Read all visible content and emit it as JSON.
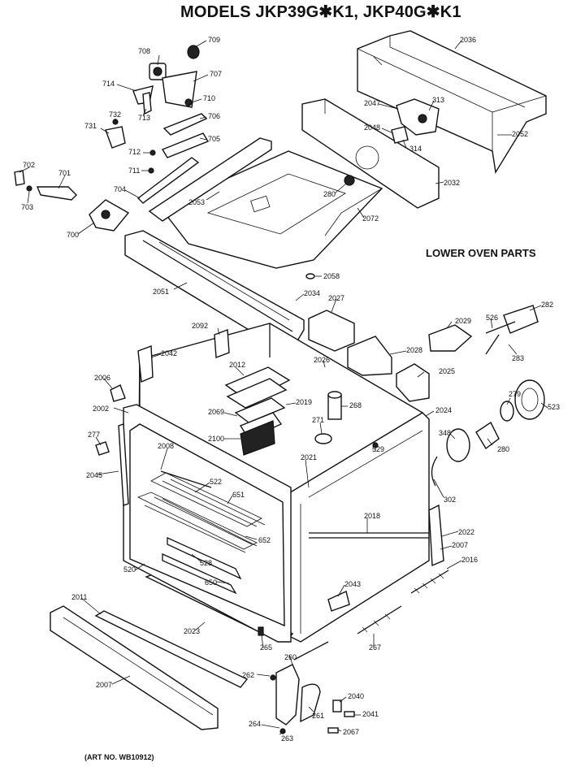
{
  "title": "MODELS JKP39G✱K1, JKP40G✱K1",
  "section_title": "LOWER OVEN PARTS",
  "art_no": "(ART NO. WB10912)",
  "part_labels": {
    "p708": "708",
    "p709": "709",
    "p707": "707",
    "p714": "714",
    "p710": "710",
    "p713": "713",
    "p706": "706",
    "p732": "732",
    "p731": "731",
    "p705": "705",
    "p712": "712",
    "p711": "711",
    "p702": "702",
    "p701": "701",
    "p703": "703",
    "p704": "704",
    "p700": "700",
    "p2053": "2053",
    "p2036": "2036",
    "p2047": "2047",
    "p313": "313",
    "p2048": "2048",
    "p314": "314",
    "p2052": "2052",
    "p2032": "2032",
    "p280a": "280",
    "p2072": "2072",
    "p2058": "2058",
    "p2051": "2051",
    "p2034": "2034",
    "p2027": "2027",
    "p2029": "2029",
    "p526": "526",
    "p282": "282",
    "p283": "283",
    "p2092": "2092",
    "p2042": "2042",
    "p2028": "2028",
    "p2026": "2026",
    "p2025": "2025",
    "p2006": "2006",
    "p2012": "2012",
    "p2002": "2002",
    "p2019": "2019",
    "p268": "268",
    "p2024": "2024",
    "p2069": "2069",
    "p271": "271",
    "p2100": "2100",
    "p529": "529",
    "p279": "279",
    "p523": "523",
    "p277": "277",
    "p2008": "2008",
    "p348": "348",
    "p280b": "280",
    "p2045": "2045",
    "p522": "522",
    "p651": "651",
    "p2021": "2021",
    "p302": "302",
    "p2018a": "2018",
    "p2022": "2022",
    "p652": "652",
    "p2007a": "2007",
    "p2016": "2016",
    "p528": "528",
    "p520": "520",
    "p650": "650",
    "p2043": "2043",
    "p2011": "2011",
    "p2023": "2023",
    "p267": "267",
    "p265": "265",
    "p260": "260",
    "p262": "262",
    "p2007b": "2007",
    "p2040": "2040",
    "p261": "261",
    "p2041": "2041",
    "p264": "264",
    "p263": "263",
    "p2067": "2067"
  }
}
